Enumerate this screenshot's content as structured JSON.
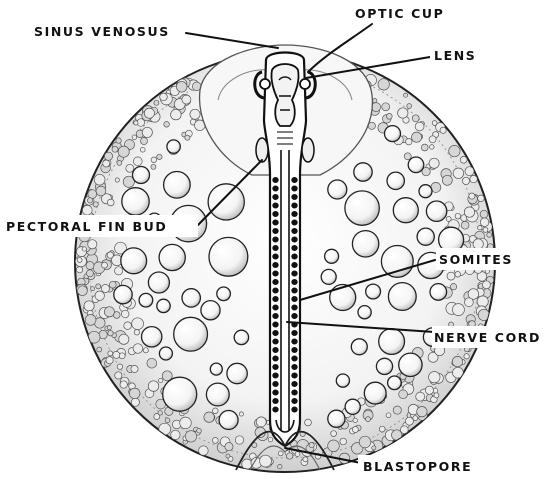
{
  "labels": {
    "sinus_venosus": "SINUS VENOSUS",
    "optic_cup": "OPTIC CUP",
    "lens": "LENS",
    "pectoral_fin_bud": "PECTORAL FIN BUD",
    "somites": "SOMITES",
    "nerve_cord": "NERVE CORD",
    "blastopore": "BLASTOPORE"
  },
  "colors": {
    "ink": "#111111",
    "paper": "#ffffff",
    "yolk_shade": "#d2d2d2",
    "yolk_light": "#e9e9e9"
  }
}
